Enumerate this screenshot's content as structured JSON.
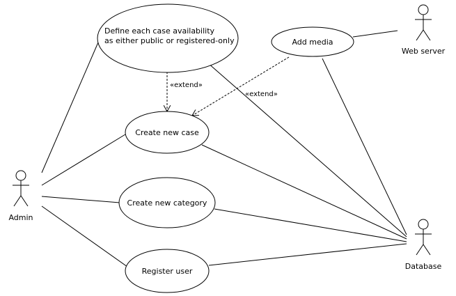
{
  "actors": {
    "admin": "Admin",
    "web_server": "Web server",
    "database": "Database"
  },
  "use_cases": {
    "define_availability": [
      "Define each case availability",
      "as either public or registered-only"
    ],
    "add_media": "Add media",
    "create_case": "Create new case",
    "create_category": "Create new category",
    "register_user": "Register user"
  },
  "relationships": {
    "extend_label": "«extend»"
  }
}
